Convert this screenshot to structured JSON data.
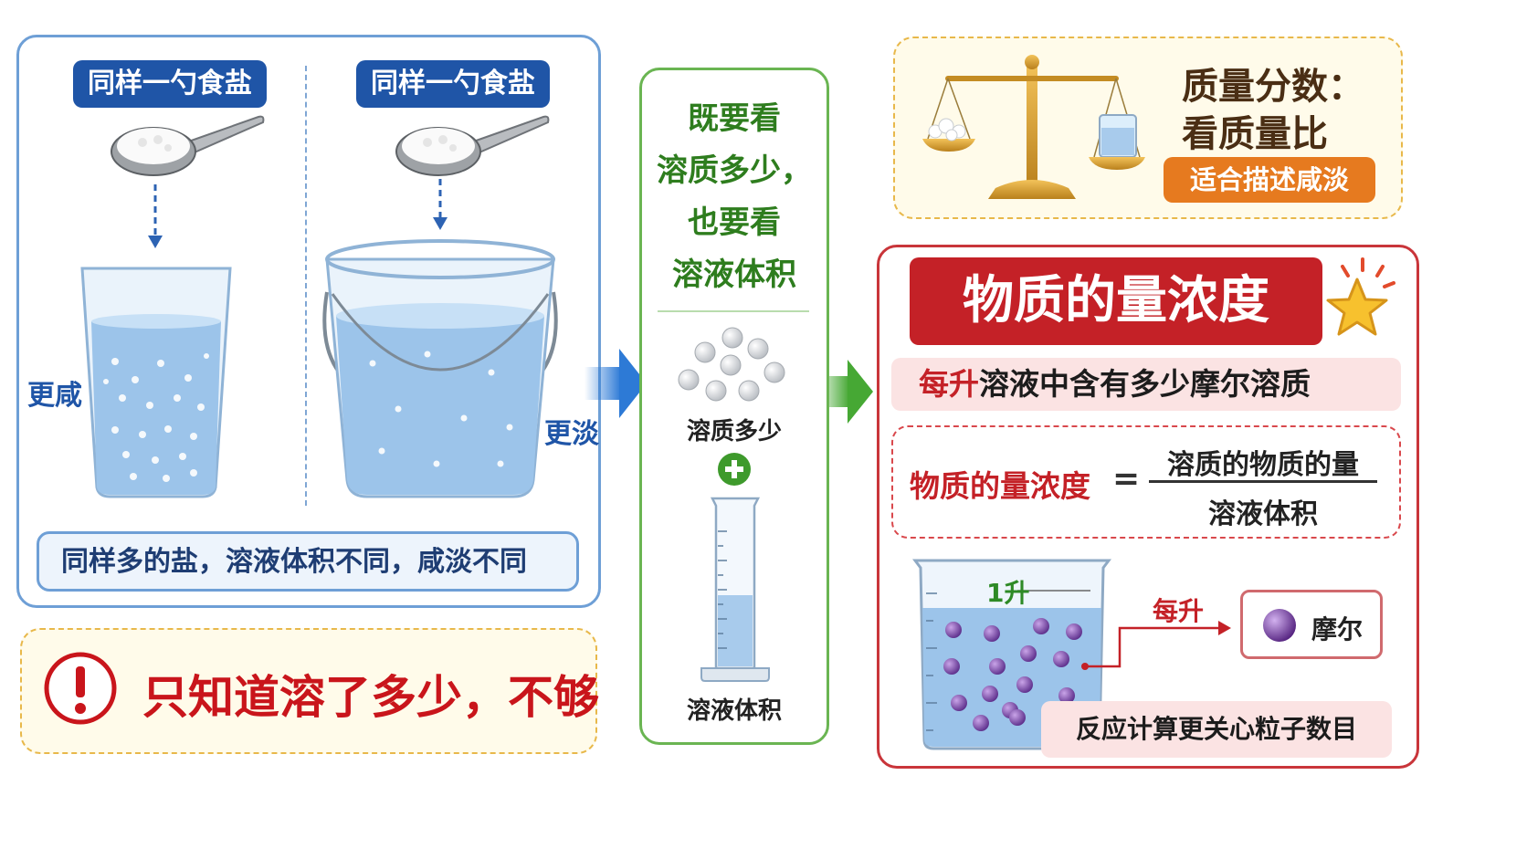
{
  "left_panel": {
    "spoon_label_1": "同样一勺食盐",
    "spoon_label_2": "同样一勺食盐",
    "glass_label": "更咸",
    "bucket_label": "更淡",
    "summary": "同样多的盐，溶液体积不同，咸淡不同"
  },
  "warning": {
    "icon": "exclamation-icon",
    "text": "只知道溶了多少，不够"
  },
  "middle_panel": {
    "heading_lines": [
      "既要看",
      "溶质多少，",
      "也要看",
      "溶液体积"
    ],
    "solute_label": "溶质多少",
    "plus_icon": "plus-icon",
    "volume_label": "溶液体积"
  },
  "mass_fraction_panel": {
    "title_line1": "质量分数：",
    "title_line2": "看质量比",
    "badge": "适合描述咸淡"
  },
  "molarity_panel": {
    "title": "物质的量浓度",
    "subtitle_highlight": "每升",
    "subtitle_rest": "溶液中含有多少摩尔溶质",
    "formula_lhs": "物质的量浓度",
    "formula_eq": "=",
    "formula_numerator": "溶质的物质的量",
    "formula_denominator": "溶液体积",
    "beaker_label": "1升",
    "per_liter_label": "每升",
    "mole_label": "摩尔",
    "footer": "反应计算更关心粒子数目"
  },
  "colors": {
    "blue_accent": "#1f55a7",
    "green_accent": "#2e7d1e",
    "red_accent": "#c42127",
    "orange_badge": "#e67a1f",
    "warning_red": "#c9151b"
  }
}
